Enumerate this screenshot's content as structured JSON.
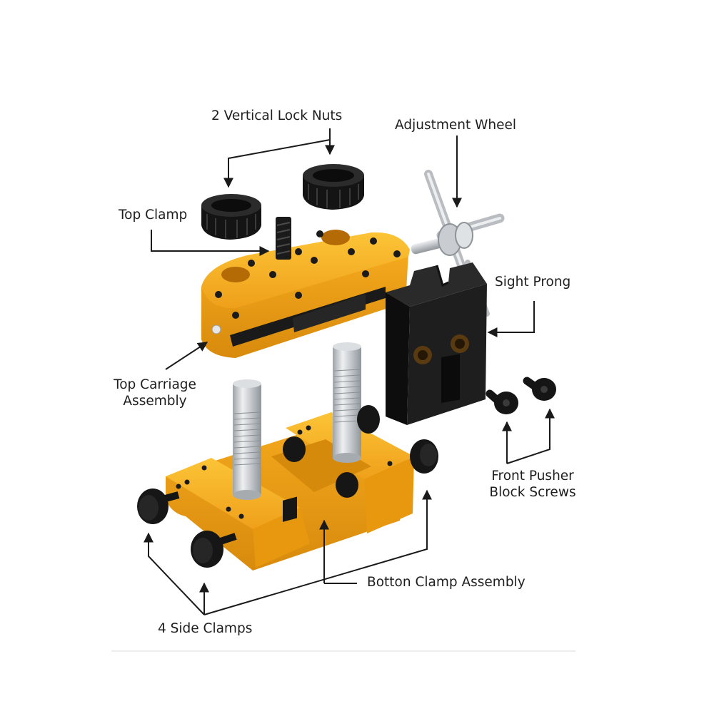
{
  "labels": {
    "lock_nuts": "2 Vertical Lock Nuts",
    "adjustment_wheel": "Adjustment Wheel",
    "top_clamp": "Top Clamp",
    "sight_prong": "Sight Prong",
    "top_carriage_line1": "Top Carriage",
    "top_carriage_line2": "Assembly",
    "front_pusher_line1": "Front Pusher",
    "front_pusher_line2": "Block Screws",
    "bottom_clamp": "Botton Clamp Assembly",
    "side_clamps": "4 Side Clamps"
  },
  "colors": {
    "aluminum_gold": "#f2a81c",
    "aluminum_gold_dark": "#c57f08",
    "black_part": "#161616",
    "steel": "#c9ccd0",
    "leader_line": "#1a1a1a"
  }
}
